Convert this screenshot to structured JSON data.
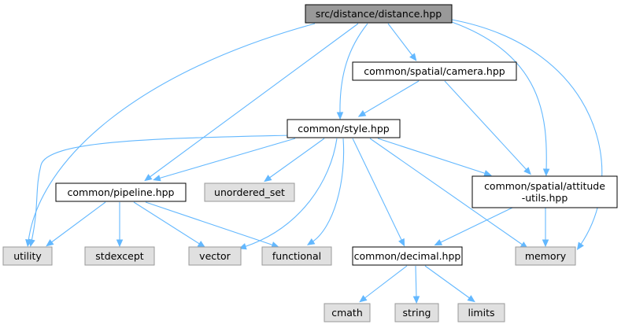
{
  "diagram": {
    "colors": {
      "edge": "#63b8ff",
      "root_fill": "#999999",
      "internal_fill": "#ffffff",
      "external_fill": "#e0e0e0",
      "external_border": "#999999",
      "border": "#000000"
    },
    "nodes": {
      "distance": {
        "label": "src/distance/distance.hpp",
        "kind": "root"
      },
      "camera": {
        "label": "common/spatial/camera.hpp",
        "kind": "internal"
      },
      "style": {
        "label": "common/style.hpp",
        "kind": "internal"
      },
      "pipeline": {
        "label": "common/pipeline.hpp",
        "kind": "internal"
      },
      "unordered_set": {
        "label": "unordered_set",
        "kind": "external"
      },
      "attitude": {
        "label": [
          "common/spatial/attitude",
          "-utils.hpp"
        ],
        "kind": "internal"
      },
      "utility": {
        "label": "utility",
        "kind": "external"
      },
      "stdexcept": {
        "label": "stdexcept",
        "kind": "external"
      },
      "vector": {
        "label": "vector",
        "kind": "external"
      },
      "functional": {
        "label": "functional",
        "kind": "external"
      },
      "decimal": {
        "label": "common/decimal.hpp",
        "kind": "internal"
      },
      "memory": {
        "label": "memory",
        "kind": "external"
      },
      "cmath": {
        "label": "cmath",
        "kind": "external"
      },
      "string": {
        "label": "string",
        "kind": "external"
      },
      "limits": {
        "label": "limits",
        "kind": "external"
      }
    },
    "edges": [
      [
        "distance",
        "camera"
      ],
      [
        "distance",
        "style"
      ],
      [
        "distance",
        "pipeline"
      ],
      [
        "distance",
        "utility"
      ],
      [
        "distance",
        "attitude"
      ],
      [
        "distance",
        "memory"
      ],
      [
        "camera",
        "style"
      ],
      [
        "camera",
        "attitude"
      ],
      [
        "style",
        "pipeline"
      ],
      [
        "style",
        "unordered_set"
      ],
      [
        "style",
        "attitude"
      ],
      [
        "style",
        "utility"
      ],
      [
        "style",
        "vector"
      ],
      [
        "style",
        "functional"
      ],
      [
        "style",
        "decimal"
      ],
      [
        "style",
        "memory"
      ],
      [
        "pipeline",
        "utility"
      ],
      [
        "pipeline",
        "stdexcept"
      ],
      [
        "pipeline",
        "vector"
      ],
      [
        "pipeline",
        "functional"
      ],
      [
        "attitude",
        "decimal"
      ],
      [
        "attitude",
        "memory"
      ],
      [
        "decimal",
        "cmath"
      ],
      [
        "decimal",
        "string"
      ],
      [
        "decimal",
        "limits"
      ]
    ]
  }
}
